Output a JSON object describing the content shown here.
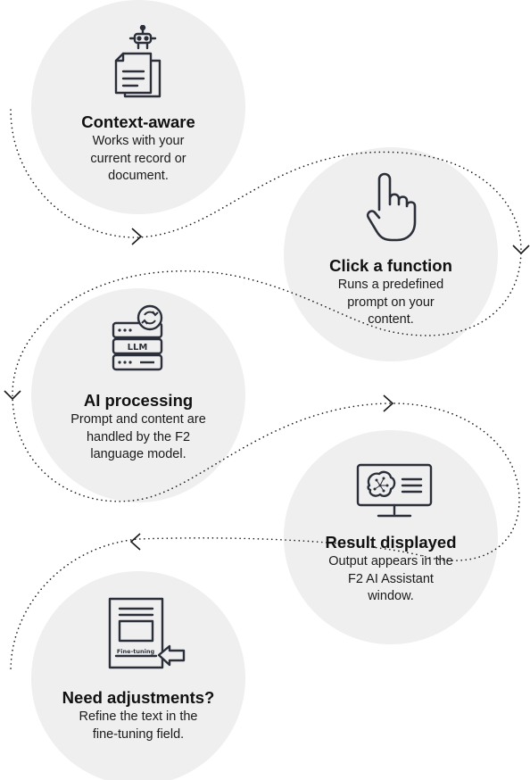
{
  "steps": [
    {
      "title": "Context-aware",
      "description": "Works with your current record or document.",
      "icon": "robot-document-icon"
    },
    {
      "title": "Click a function",
      "description": "Runs a predefined prompt on your content.",
      "icon": "hand-pointer-icon"
    },
    {
      "title": "AI processing",
      "description": "Prompt and content are handled by the F2 language model.",
      "icon": "llm-server-icon"
    },
    {
      "title": "Result displayed",
      "description": "Output appears in the F2 AI Assistant window.",
      "icon": "brain-monitor-icon"
    },
    {
      "title": "Need adjustments?",
      "description": "Refine the text in the fine-tuning field.",
      "icon": "fine-tuning-document-icon"
    }
  ],
  "icon_labels": {
    "llm": "LLM",
    "fine_tuning": "Fine-tuning"
  },
  "colors": {
    "circle": "#efefef",
    "stroke": "#2b2f3a",
    "path": "#1a1a1a"
  }
}
